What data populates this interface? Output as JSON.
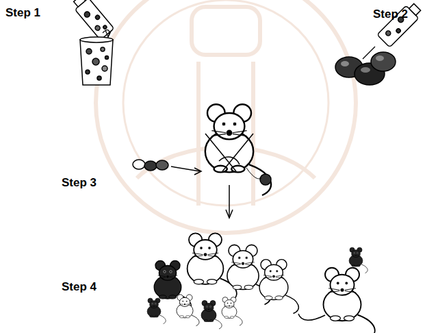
{
  "diagram": {
    "labels": [
      "Step 1",
      "Step 2",
      "Step 3",
      "Step 4"
    ]
  }
}
